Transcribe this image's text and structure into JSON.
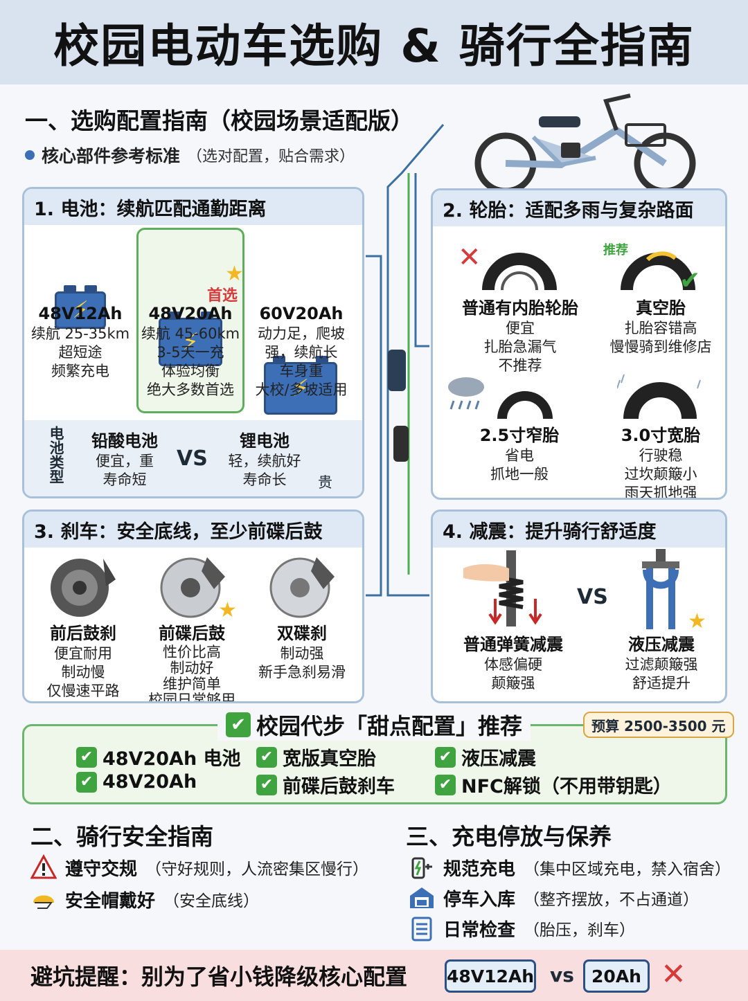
{
  "title": "校园电动车选购 & 骑行全指南",
  "section1": {
    "heading": "一、选购配置指南（校园场景适配版）",
    "sub_label": "核心部件参考标准",
    "sub_note": "（选对配置，贴合需求）"
  },
  "battery": {
    "title": "1. 电池：续航匹配通勤距离",
    "options": [
      {
        "name": "48V12Ah",
        "lines": [
          "续航 25-35km",
          "超短途",
          "频繁充电"
        ]
      },
      {
        "name": "48V20Ah",
        "badge": "首选",
        "lines": [
          "续航 45-60km",
          "3-5天一充",
          "体验均衡",
          "绝大多数首选"
        ]
      },
      {
        "name": "60V20Ah",
        "lines": [
          "动力足，爬坡",
          "强，续航长",
          "车身重",
          "大校/多坡适用"
        ]
      }
    ],
    "type_label": "电池类型",
    "lead": {
      "name": "铅酸电池",
      "line1": "便宜，重",
      "line2": "寿命短"
    },
    "vs": "VS",
    "lithium": {
      "name": "锂电池",
      "line1": "轻，续航好",
      "line2": "寿命长",
      "line3": "贵"
    }
  },
  "tire": {
    "title": "2. 轮胎：适配多雨与复杂路面",
    "recommend_tag": "推荐",
    "options": [
      {
        "name": "普通有内胎轮胎",
        "lines": [
          "便宜",
          "扎胎急漏气",
          "不推荐"
        ],
        "icon": "cross-icon"
      },
      {
        "name": "真空胎",
        "lines": [
          "扎胎容错高",
          "慢慢骑到维修店"
        ],
        "icon": "check-icon"
      },
      {
        "name": "2.5寸窄胎",
        "lines": [
          "省电",
          "抓地一般"
        ],
        "icon": "rain-cloud-icon"
      },
      {
        "name": "3.0寸宽胎",
        "lines": [
          "行驶稳",
          "过坎颠簸小",
          "雨天抓地强"
        ],
        "icon": "rain-icon"
      }
    ]
  },
  "brake": {
    "title": "3. 刹车：安全底线，至少前碟后鼓",
    "options": [
      {
        "name": "前后鼓刹",
        "lines": [
          "便宜耐用",
          "制动慢",
          "仅慢速平路"
        ]
      },
      {
        "name": "前碟后鼓",
        "lines": [
          "性价比高",
          "制动好",
          "维护简单",
          "校园日常够用"
        ]
      },
      {
        "name": "双碟刹",
        "lines": [
          "制动强",
          "新手急刹易滑"
        ]
      }
    ]
  },
  "suspension": {
    "title": "4. 减震：提升骑行舒适度",
    "vs": "VS",
    "options": [
      {
        "name": "普通弹簧减震",
        "lines": [
          "体感偏硬",
          "颠簸强"
        ]
      },
      {
        "name": "液压减震",
        "lines": [
          "过滤颠簸强",
          "舒适提升"
        ]
      }
    ]
  },
  "recommend": {
    "title": "校园代步「甜点配置」推荐",
    "budget": "预算 2500-3500 元",
    "items": [
      "48V20Ah 电池",
      "宽版真空胎",
      "液压减震",
      "48V20Ah",
      "前碟后鼓刹车",
      "NFC解锁（不用带钥匙）"
    ]
  },
  "section2": {
    "heading": "二、骑行安全指南",
    "items": [
      {
        "label": "遵守交规",
        "note": "（守好规则，人流密集区慢行）",
        "icon": "warning-icon"
      },
      {
        "label": "安全帽戴好",
        "note": "（安全底线）",
        "icon": "helmet-icon"
      }
    ]
  },
  "section3": {
    "heading": "三、充电停放与保养",
    "items": [
      {
        "label": "规范充电",
        "note": "（集中区域充电，禁入宿舍）",
        "icon": "charging-icon"
      },
      {
        "label": "停车入库",
        "note": "（整齐摆放，不占通道）",
        "icon": "garage-icon"
      },
      {
        "label": "日常检查",
        "note": "（胎压，刹车）",
        "icon": "checklist-icon"
      }
    ]
  },
  "warning": {
    "text": "避坑提醒：别为了省小钱降级核心配置",
    "left": "48V12Ah",
    "vs": "vs",
    "right": "20Ah"
  },
  "colors": {
    "accent": "#3d6fb6",
    "green": "#3fa33f",
    "red": "#d63a3a",
    "star": "#f2b824"
  }
}
